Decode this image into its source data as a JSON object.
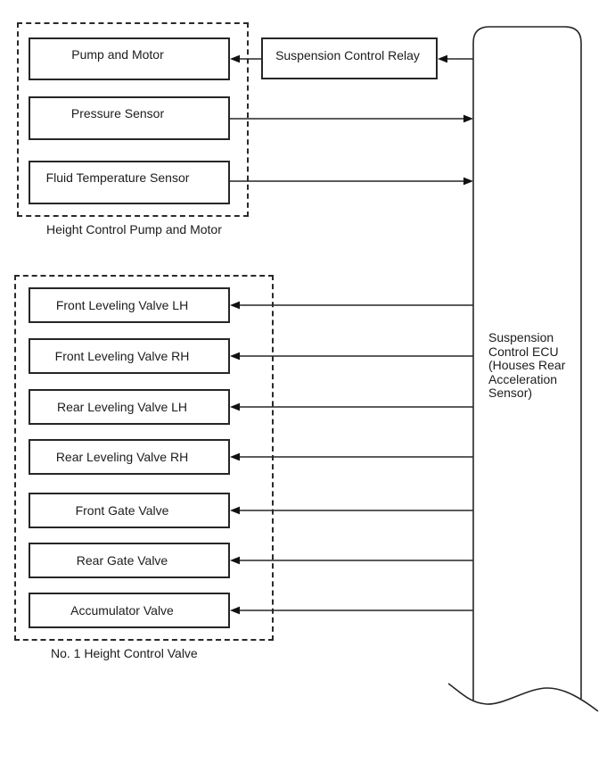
{
  "diagram": {
    "pump_group": {
      "caption": "Height Control Pump and Motor",
      "boxes": [
        {
          "label": "Pump and Motor"
        },
        {
          "label": "Pressure Sensor"
        },
        {
          "label": "Fluid Temperature Sensor"
        }
      ]
    },
    "relay": {
      "label": "Suspension Control Relay"
    },
    "ecu": {
      "label": "Suspension\nControl ECU\n(Houses Rear\nAcceleration\nSensor)"
    },
    "valve_group": {
      "caption": "No. 1 Height Control Valve",
      "boxes": [
        {
          "label": "Front Leveling Valve LH"
        },
        {
          "label": "Front Leveling Valve RH"
        },
        {
          "label": "Rear Leveling Valve LH"
        },
        {
          "label": "Rear Leveling Valve RH"
        },
        {
          "label": "Front Gate Valve"
        },
        {
          "label": "Rear Gate Valve"
        },
        {
          "label": "Accumulator Valve"
        }
      ]
    },
    "colors": {
      "line": "#262626",
      "arrowhead": "#111111",
      "background": "#ffffff"
    }
  }
}
